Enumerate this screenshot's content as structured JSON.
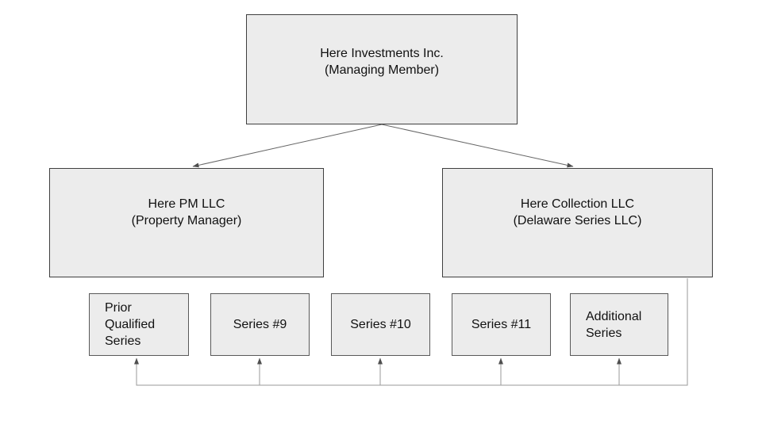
{
  "colors": {
    "box_fill": "#ececec",
    "border_dark": "#3f3f3f",
    "border_mid": "#595959",
    "connector": "#9a9a9a",
    "edge": "#666666",
    "arrow_fill": "#4f4f4f",
    "text": "#111111",
    "background": "#ffffff"
  },
  "nodes": {
    "managing_member": {
      "label": "Here Investments Inc.\n(Managing Member)"
    },
    "property_manager": {
      "label": "Here PM LLC\n(Property Manager)"
    },
    "series_llc": {
      "label": "Here Collection LLC\n(Delaware Series LLC)"
    },
    "series": [
      {
        "label": "Prior\nQualified\nSeries"
      },
      {
        "label": "Series #9"
      },
      {
        "label": "Series #10"
      },
      {
        "label": "Series #11"
      },
      {
        "label": "Additional\nSeries"
      }
    ]
  }
}
